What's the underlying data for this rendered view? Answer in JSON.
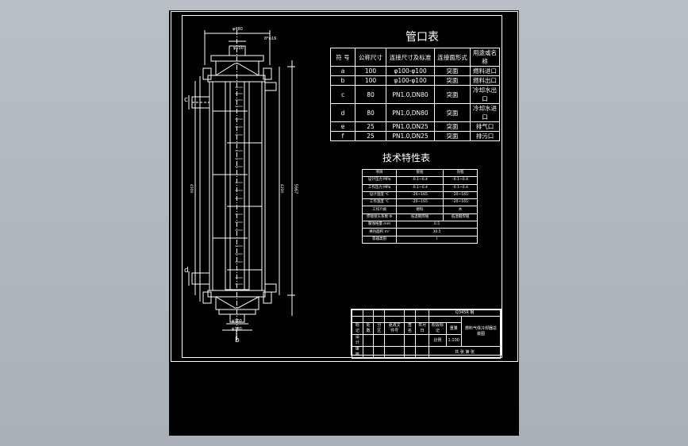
{
  "nozzle_table": {
    "title": "管口表",
    "headers": [
      "符 号",
      "公称尺寸",
      "连接尺寸及标准",
      "连接面形式",
      "用途或名称"
    ],
    "rows": [
      [
        "a",
        "100",
        "φ100-φ100",
        "突面",
        "燃料进口"
      ],
      [
        "b",
        "100",
        "φ100-φ100",
        "突面",
        "燃料出口"
      ],
      [
        "c",
        "80",
        "PN1.0,DN80",
        "突面",
        "冷却水出口"
      ],
      [
        "d",
        "80",
        "PN1.0,DN80",
        "突面",
        "冷却水进口"
      ],
      [
        "e",
        "25",
        "PN1.0,DN25",
        "突面",
        "排气口"
      ],
      [
        "f",
        "25",
        "PN1.0,DN25",
        "突面",
        "排污口"
      ]
    ]
  },
  "tech_table": {
    "title": "技术特性表",
    "headers": [
      "项目",
      "管程",
      "壳程"
    ],
    "rows": [
      [
        "设计压力 MPa",
        "-0.1~0.4",
        "-0.1~0.4"
      ],
      [
        "工作压力 MPa",
        "-0.1~0.4",
        "-0.1~0.4"
      ],
      [
        "设计温度 ℃",
        "-20~165",
        "-20~165"
      ],
      [
        "工作温度 ℃",
        "-20~165",
        "-20~165"
      ],
      [
        "工作介质",
        "燃料",
        "水"
      ],
      [
        "焊接接头系数 Φ",
        "低温钢焊缝",
        "低温钢焊缝"
      ],
      [
        "腐蚀裕量 mm",
        "",
        "0.5"
      ],
      [
        "换热面积 m²",
        "",
        "30.5"
      ],
      [
        "容器类别",
        "",
        "I"
      ]
    ]
  },
  "title_block": {
    "drawing_name": "燃料气体冷却器总装图",
    "scale": "1:100",
    "material_note": "Q345R 钢",
    "rows": [
      "标记",
      "处数",
      "分区",
      "更改文件号",
      "签名",
      "年月日"
    ],
    "design": "设计",
    "check": "审核",
    "stage": "阶段标记",
    "weight": "重量",
    "ratio": "比例",
    "sheet": "共 张 第 张"
  },
  "dims": {
    "top_dia": "φ480",
    "top_nozzle": "φ100",
    "top_flange": "8*φ16",
    "bottom_dia": "φ100",
    "bottom_flange": "φ180",
    "overall_length": "5667",
    "tube_length": "4200",
    "shell_length": "4500"
  },
  "nozzle_labels": [
    "c",
    "d",
    "b"
  ],
  "colors": {
    "background": "#000000",
    "lines": "#ffffff",
    "outer": "#b1b8bf"
  }
}
